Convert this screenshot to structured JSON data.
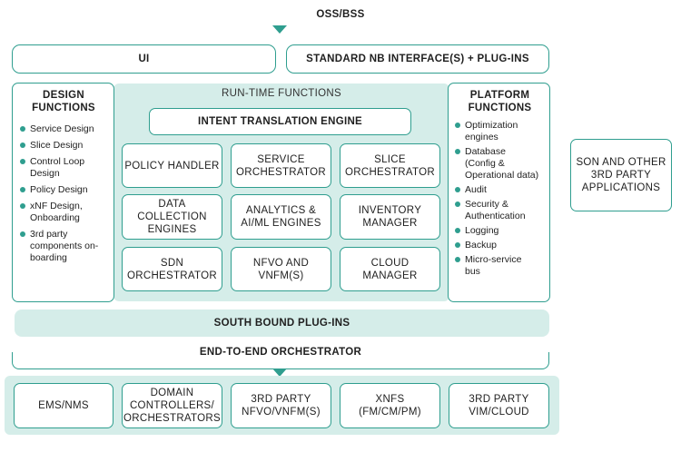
{
  "oss_bss": "OSS/BSS",
  "top": {
    "ui": "UI",
    "nb_interface": "STANDARD NB INTERFACE(S) + PLUG-INS"
  },
  "design": {
    "title": "DESIGN\nFUNCTIONS",
    "items": [
      "Service Design",
      "Slice Design",
      "Control Loop\nDesign",
      "Policy Design",
      "xNF Design,\nOnboarding",
      "3rd party\ncomponents on-\nboarding"
    ]
  },
  "runtime": {
    "title": "RUN-TIME FUNCTIONS",
    "intent": "INTENT TRANSLATION ENGINE",
    "boxes": [
      "POLICY HANDLER",
      "SERVICE\nORCHESTRATOR",
      "SLICE\nORCHESTRATOR",
      "DATA\nCOLLECTION\nENGINES",
      "ANALYTICS &\nAI/ML ENGINES",
      "INVENTORY\nMANAGER",
      "SDN\nORCHESTRATOR",
      "NFVO AND\nVNFM(S)",
      "CLOUD\nMANAGER"
    ]
  },
  "platform": {
    "title": "PLATFORM\nFUNCTIONS",
    "items": [
      "Optimization\nengines",
      "Database\n(Config &\nOperational data)",
      "Audit",
      "Security &\nAuthentication",
      "Logging",
      "Backup",
      "Micro-service\nbus"
    ]
  },
  "son": "SON AND OTHER\n3RD PARTY\nAPPLICATIONS",
  "south_bound": "SOUTH BOUND PLUG-INS",
  "e2e": "END-TO-END ORCHESTRATOR",
  "bottom": [
    "EMS/NMS",
    "DOMAIN\nCONTROLLERS/\nORCHESTRATORS",
    "3RD PARTY\nNFVO/VNFM(S)",
    "XNFS\n(FM/CM/PM)",
    "3RD PARTY\nVIM/CLOUD"
  ],
  "colors": {
    "accent": "#2f9e8f",
    "fill": "#d5ede9"
  }
}
